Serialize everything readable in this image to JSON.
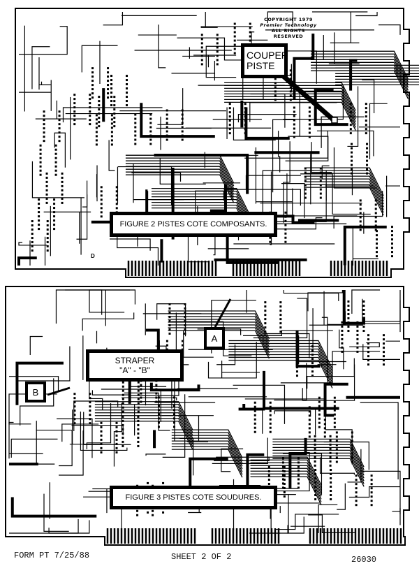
{
  "copyright": {
    "line1": "COPYRIGHT 1979",
    "line2": "Premier Technology",
    "line3": "ALL RIGHTS RESERVED"
  },
  "figure2": {
    "caption": "FIGURE 2 PISTES COTE COMPOSANTS.",
    "callout": "COUPER PISTE",
    "mark": "D"
  },
  "figure3": {
    "caption": "FIGURE 3 PISTES COTE SOUDURES.",
    "callout_line1": "STRAPER",
    "callout_line2": "\"A\" - \"B\"",
    "point_a": "A",
    "point_b": "B"
  },
  "footer": {
    "form": "FORM PT 7/25/88",
    "sheet": "SHEET 2 OF 2",
    "number": "26030"
  },
  "colors": {
    "ink": "#000000",
    "paper": "#ffffff"
  }
}
